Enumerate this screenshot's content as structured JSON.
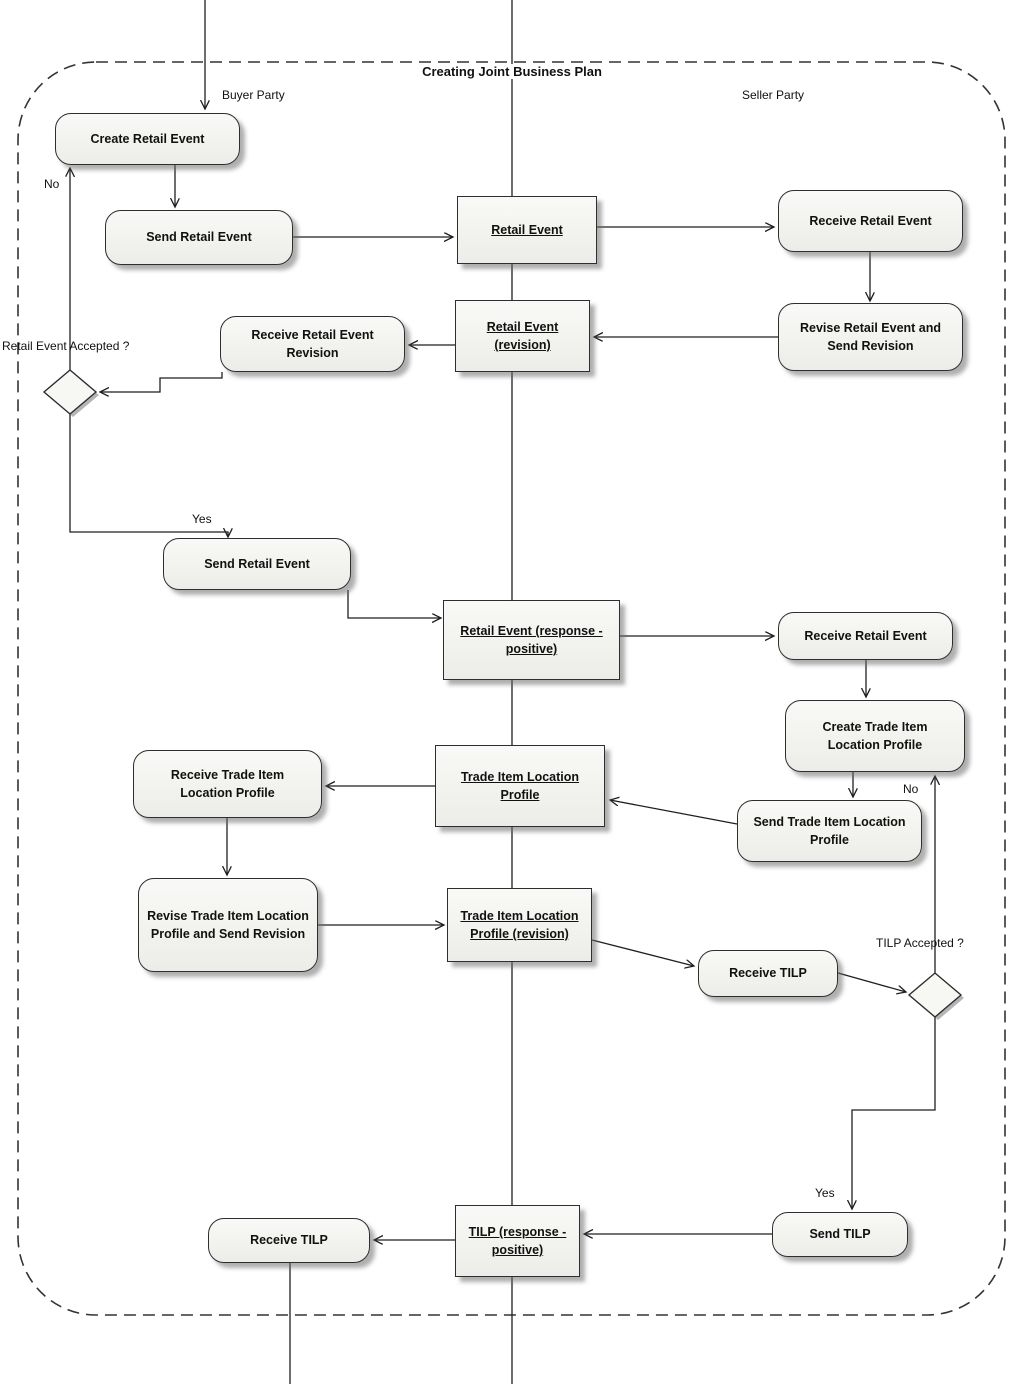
{
  "diagram": {
    "title": "Creating Joint Business Plan",
    "lanes": {
      "buyer": "Buyer Party",
      "seller": "Seller Party"
    }
  },
  "nodes": {
    "create_retail_event": "Create Retail Event",
    "send_retail_event_1": "Send Retail Event",
    "retail_event": "Retail Event",
    "receive_retail_event_1": "Receive Retail Event",
    "revise_retail_event": "Revise Retail Event and Send Revision",
    "retail_event_revision": "Retail Event (revision)",
    "receive_retail_event_revision": "Receive Retail Event Revision",
    "send_retail_event_2": "Send Retail Event",
    "retail_event_response": "Retail Event (response - positive)",
    "receive_retail_event_2": "Receive Retail Event",
    "create_tilp": "Create Trade Item Location Profile",
    "send_tilp_1": "Send Trade Item Location Profile",
    "tilp": "Trade Item Location Profile",
    "receive_tilp_1": "Receive Trade Item Location Profile",
    "revise_tilp": "Revise Trade Item Location Profile and Send Revision",
    "tilp_revision": "Trade Item Location Profile (revision)",
    "receive_tilp_2": "Receive TILP",
    "send_tilp_2": "Send TILP",
    "tilp_response": "TILP (response - positive)",
    "receive_tilp_3": "Receive TILP"
  },
  "labels": {
    "retail_event_accepted": "Retail Event Accepted ?",
    "tilp_accepted": "TILP Accepted ?",
    "no_1": "No",
    "yes_1": "Yes",
    "no_2": "No",
    "yes_2": "Yes"
  }
}
